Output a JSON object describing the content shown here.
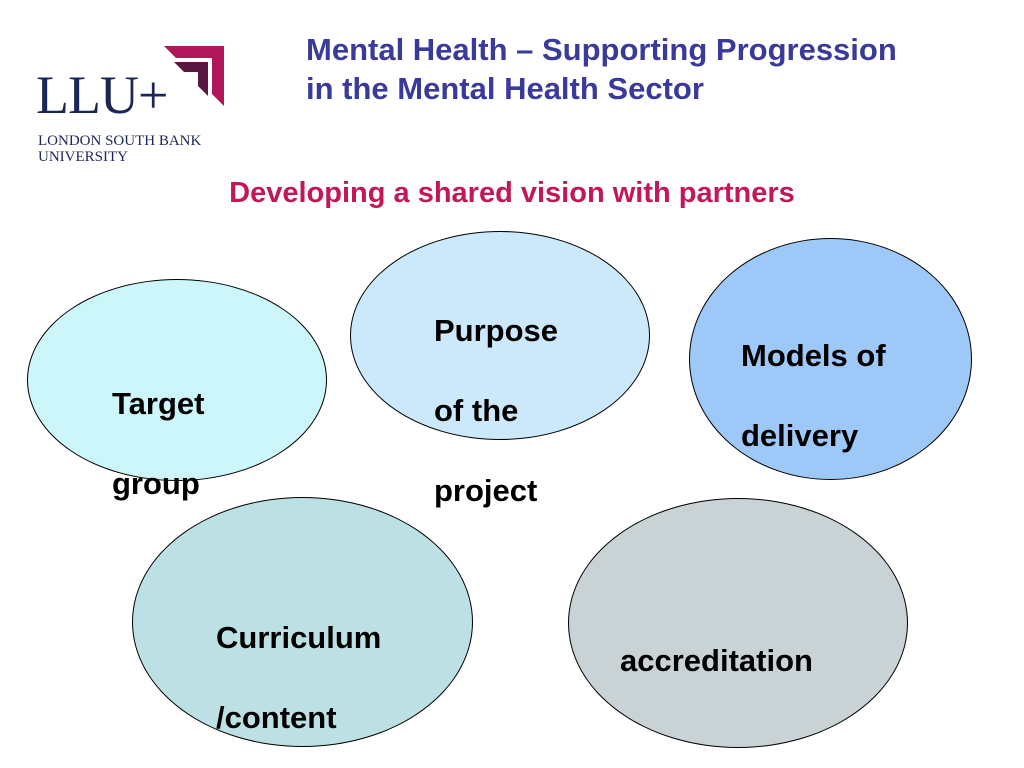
{
  "logo": {
    "wordmark": "LLU+",
    "org_line1": "LONDON SOUTH BANK",
    "org_line2": "UNIVERSITY"
  },
  "header": {
    "title_line1": "Mental Health – Supporting Progression",
    "title_line2": "in the Mental Health Sector"
  },
  "subtitle": "Developing a shared vision with partners",
  "colors": {
    "title": "#3a3a9a",
    "subtitle": "#c2185b",
    "logo_navy": "#1c2656",
    "logo_magenta": "#b0185a"
  },
  "bubbles": [
    {
      "line1": "Target",
      "line2": "group",
      "fill": "#ccf6f9"
    },
    {
      "line1": "Purpose",
      "line2": "of the",
      "line3": "project",
      "fill": "#cbe9fb"
    },
    {
      "line1": "Models of",
      "line2": "delivery",
      "fill": "#9ec8f7"
    },
    {
      "line1": "Curriculum",
      "line2": "/content",
      "fill": "#bde0e4"
    },
    {
      "line1": "accreditation",
      "fill": "#c9d3d5"
    }
  ]
}
